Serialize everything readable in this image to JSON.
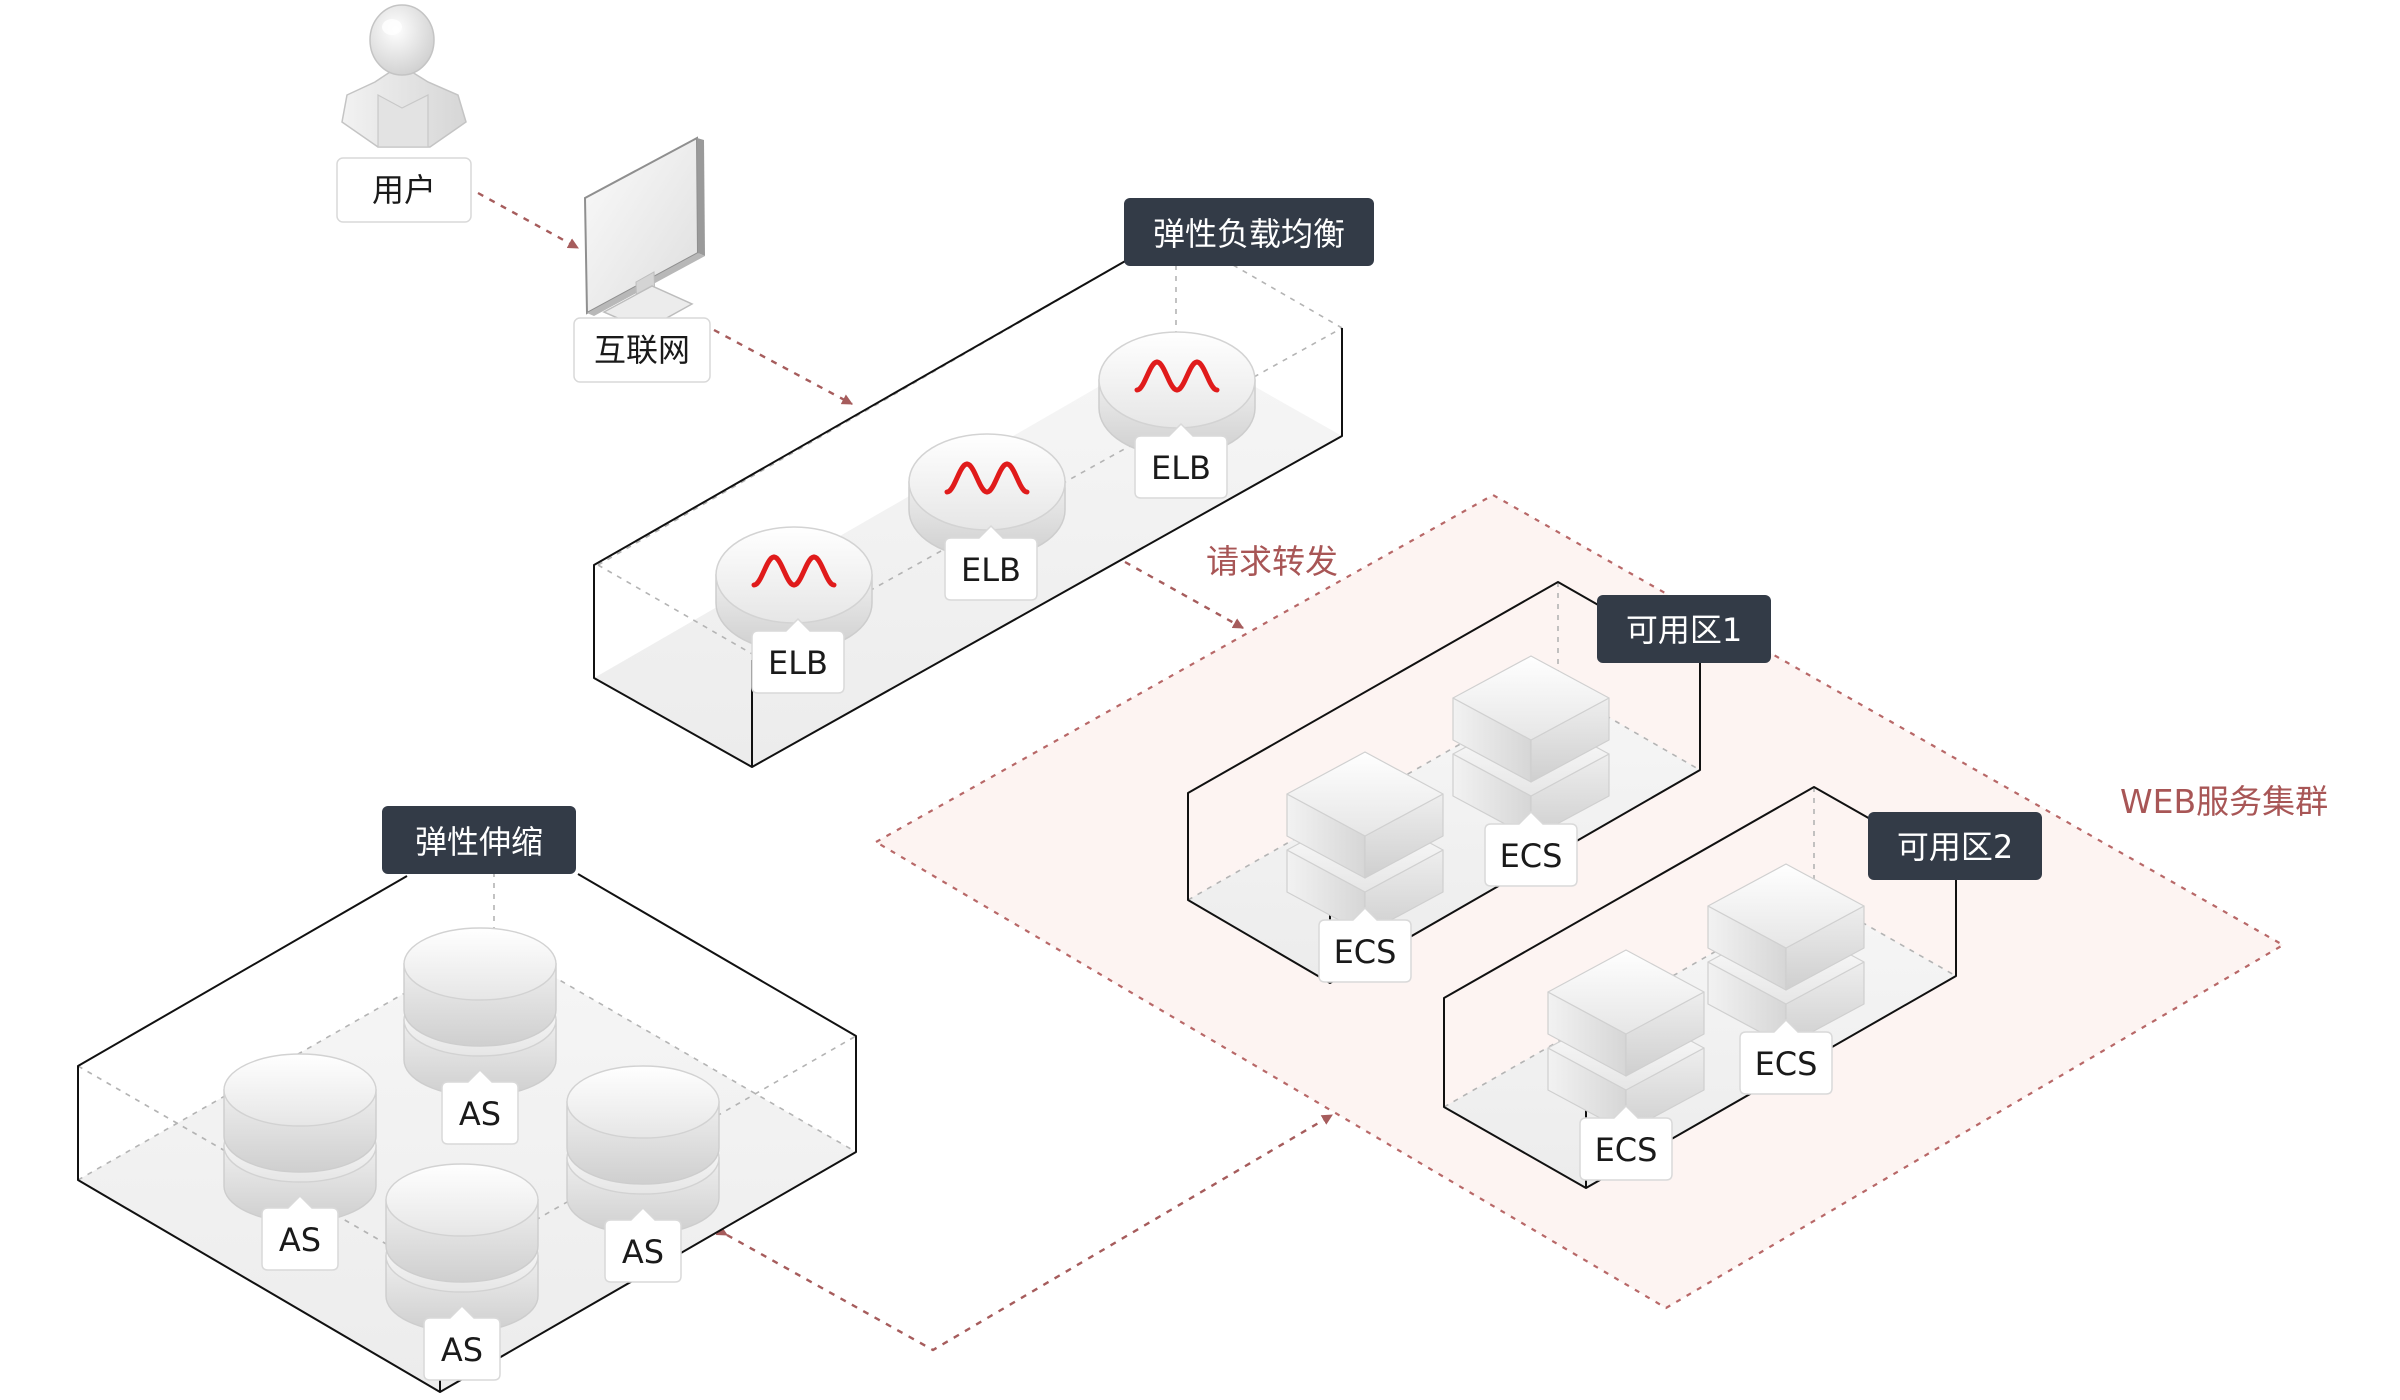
{
  "diagram": {
    "user": {
      "label": "用户"
    },
    "internet": {
      "label": "互联网"
    },
    "elb_group": {
      "title": "弹性负载均衡",
      "nodes": [
        "ELB",
        "ELB",
        "ELB"
      ]
    },
    "forward_label": "请求转发",
    "web_cluster": {
      "label": "WEB服务集群",
      "zones": [
        {
          "title": "可用区1",
          "nodes": [
            "ECS",
            "ECS"
          ]
        },
        {
          "title": "可用区2",
          "nodes": [
            "ECS",
            "ECS"
          ]
        }
      ]
    },
    "as_group": {
      "title": "弹性伸缩",
      "nodes": [
        "AS",
        "AS",
        "AS",
        "AS"
      ]
    }
  },
  "colors": {
    "title_bg": "#333b47",
    "flow_arrow": "#a65c5c",
    "cluster_fill": "#fdf4f2",
    "elb_wave": "#e01b1b"
  }
}
